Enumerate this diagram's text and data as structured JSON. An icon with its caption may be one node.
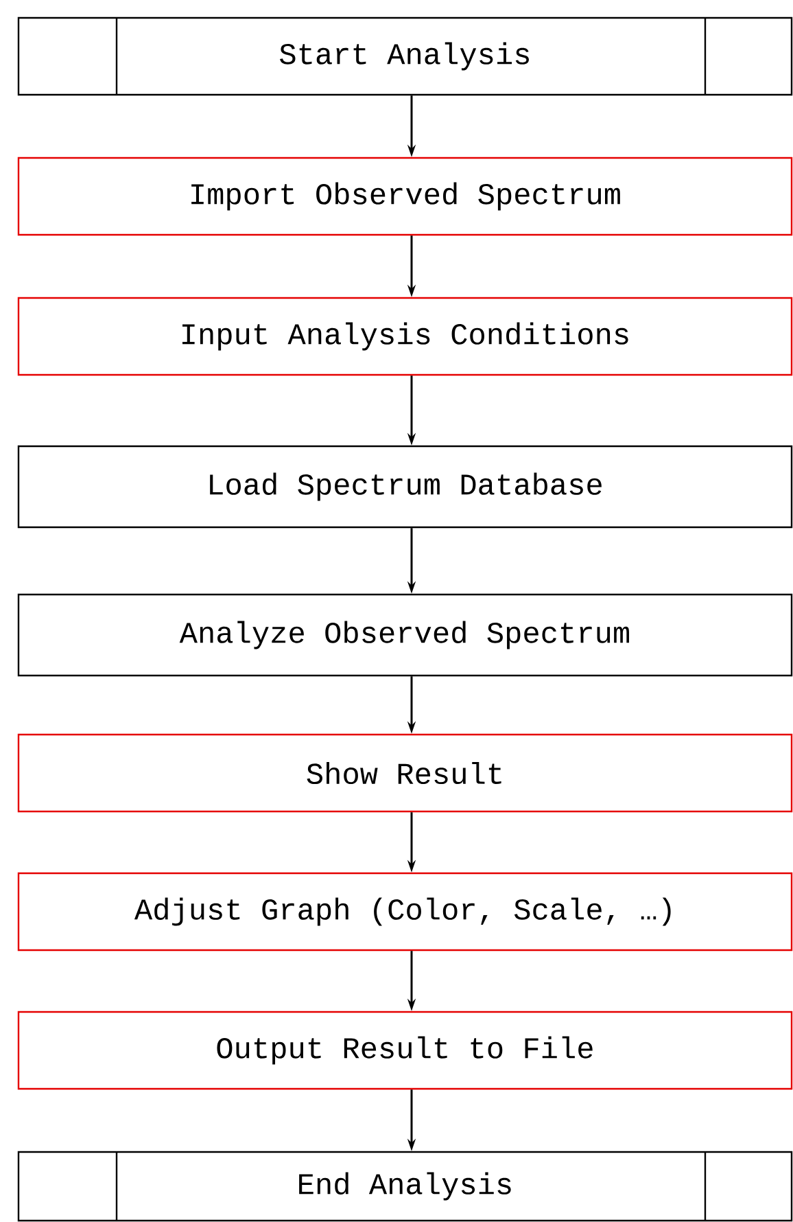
{
  "diagram": {
    "nodes": [
      {
        "text": [
          "Start Analysis"
        ]
      },
      {
        "text": [
          "Import Observed Spectrum"
        ]
      },
      {
        "text": [
          "Input Analysis Conditions"
        ]
      },
      {
        "text": [
          "Load Spectrum Database"
        ]
      },
      {
        "text": [
          "Analyze Observed Spectrum"
        ]
      },
      {
        "text": [
          "Show Result"
        ]
      },
      {
        "text": [
          "Adjust Graph (Color, Scale, …)"
        ]
      },
      {
        "text": [
          "Output Result to File"
        ]
      },
      {
        "text": [
          "End Analysis"
        ]
      }
    ],
    "edges": [
      {
        "from": 0,
        "to": 1,
        "arrow": "to"
      },
      {
        "from": 1,
        "to": 2,
        "arrow": "to"
      },
      {
        "from": 2,
        "to": 3,
        "arrow": "to"
      },
      {
        "from": 3,
        "to": 4,
        "arrow": "to"
      },
      {
        "from": 4,
        "to": 5,
        "arrow": "to"
      },
      {
        "from": 5,
        "to": 6,
        "arrow": "to"
      },
      {
        "from": 6,
        "to": 7,
        "arrow": "to"
      },
      {
        "from": 7,
        "to": 8,
        "arrow": "to"
      }
    ]
  }
}
